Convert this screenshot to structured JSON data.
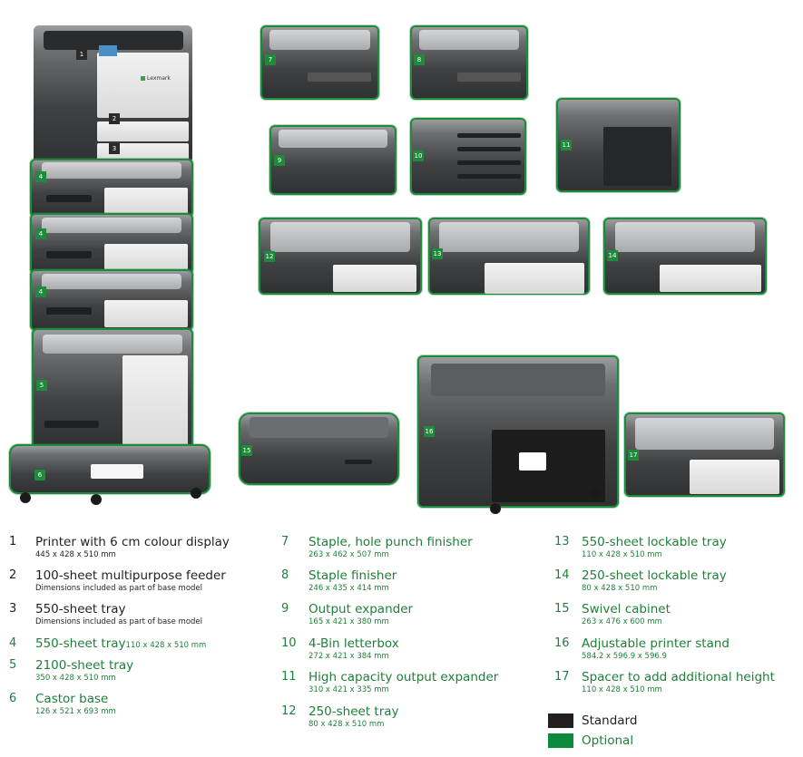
{
  "brand_logo": "Lexmark",
  "badges": [
    "1",
    "2",
    "3",
    "4",
    "4",
    "4",
    "5",
    "6",
    "7",
    "8",
    "9",
    "10",
    "11",
    "12",
    "13",
    "14",
    "15",
    "16",
    "17"
  ],
  "items": [
    {
      "num": "1",
      "title": "Printer with 6 cm colour display",
      "dims": "445 x 428 x 510 mm",
      "type": "standard"
    },
    {
      "num": "2",
      "title": "100-sheet multipurpose feeder",
      "dims": "Dimensions included as part of base model",
      "type": "standard"
    },
    {
      "num": "3",
      "title": "550-sheet tray",
      "dims": "Dimensions included as part of base model",
      "type": "standard"
    },
    {
      "num": "4",
      "title": "550-sheet tray",
      "dims": "110 x 428 x 510 mm",
      "type": "optional"
    },
    {
      "num": "5",
      "title": "2100-sheet tray",
      "dims": "350 x 428 x 510 mm",
      "type": "optional"
    },
    {
      "num": "6",
      "title": "Castor base",
      "dims": "126 x 521 x 693 mm",
      "type": "optional"
    },
    {
      "num": "7",
      "title": "Staple, hole punch finisher",
      "dims": "263 x 462 x 507 mm",
      "type": "optional"
    },
    {
      "num": "8",
      "title": "Staple finisher",
      "dims": "246 x 435 x 414 mm",
      "type": "optional"
    },
    {
      "num": "9",
      "title": "Output expander",
      "dims": "165 x 421 x 380 mm",
      "type": "optional"
    },
    {
      "num": "10",
      "title": "4-Bin letterbox",
      "dims": "272 x 421 x 384 mm",
      "type": "optional"
    },
    {
      "num": "11",
      "title": "High capacity output expander",
      "dims": "310 x 421 x 335 mm",
      "type": "optional"
    },
    {
      "num": "12",
      "title": "250-sheet tray",
      "dims": "80 x 428 x 510 mm",
      "type": "optional"
    },
    {
      "num": "13",
      "title": "550-sheet lockable tray",
      "dims": "110 x 428 x 510 mm",
      "type": "optional"
    },
    {
      "num": "14",
      "title": "250-sheet lockable tray",
      "dims": "80 x 428 x 510 mm",
      "type": "optional"
    },
    {
      "num": "15",
      "title": "Swivel cabinet",
      "dims": "263 x 476 x 600 mm",
      "type": "optional"
    },
    {
      "num": "16",
      "title": "Adjustable printer stand",
      "dims": "584.2 x 596.9 x 596.9",
      "type": "optional"
    },
    {
      "num": "17",
      "title": "Spacer to add additional height",
      "dims": "110 x 428 x 510 mm",
      "type": "optional"
    }
  ],
  "legend": [
    {
      "label": "Standard",
      "color": "#231f20"
    },
    {
      "label": "Optional",
      "color": "#0e8a3e"
    }
  ],
  "colors": {
    "standard": "#231f20",
    "optional": "#1f7f3b"
  }
}
